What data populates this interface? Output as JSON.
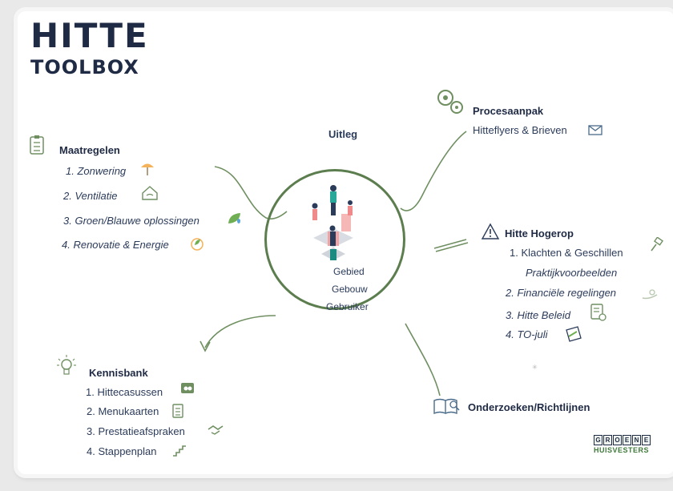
{
  "title": {
    "line1": "HITTE",
    "line2": "TOOLBOX"
  },
  "center": {
    "label": "Uitleg",
    "items": [
      "Gebied",
      "Gebouw",
      "Gebruiker"
    ]
  },
  "procesaanpak": {
    "heading": "Procesaanpak",
    "items": [
      "Hitteflyers & Brieven"
    ]
  },
  "maatregelen": {
    "heading": "Maatregelen",
    "items": [
      "1. Zonwering",
      "2. Ventilatie",
      "3. Groen/Blauwe oplossingen",
      "4. Renovatie & Energie"
    ]
  },
  "hitte_hogerop": {
    "heading": "Hitte Hogerop",
    "items": [
      "1. Klachten & Geschillen",
      "Praktijkvoorbeelden",
      "2. Financiële regelingen",
      "3. Hitte Beleid",
      "4. TO-juli"
    ]
  },
  "kennisbank": {
    "heading": "Kennisbank",
    "items": [
      "1. Hittecasussen",
      "2. Menukaarten",
      "3. Prestatieafspraken",
      "4. Stappenplan"
    ]
  },
  "onderzoeken": {
    "heading": "Onderzoeken/Richtlijnen"
  },
  "logo": {
    "letters": [
      "G",
      "R",
      "O",
      "E",
      "N",
      "E"
    ],
    "sub": "HUISVESTERS"
  },
  "colors": {
    "navy": "#1f2a44",
    "green": "#5c7d4e",
    "text": "#2b3b5a"
  }
}
